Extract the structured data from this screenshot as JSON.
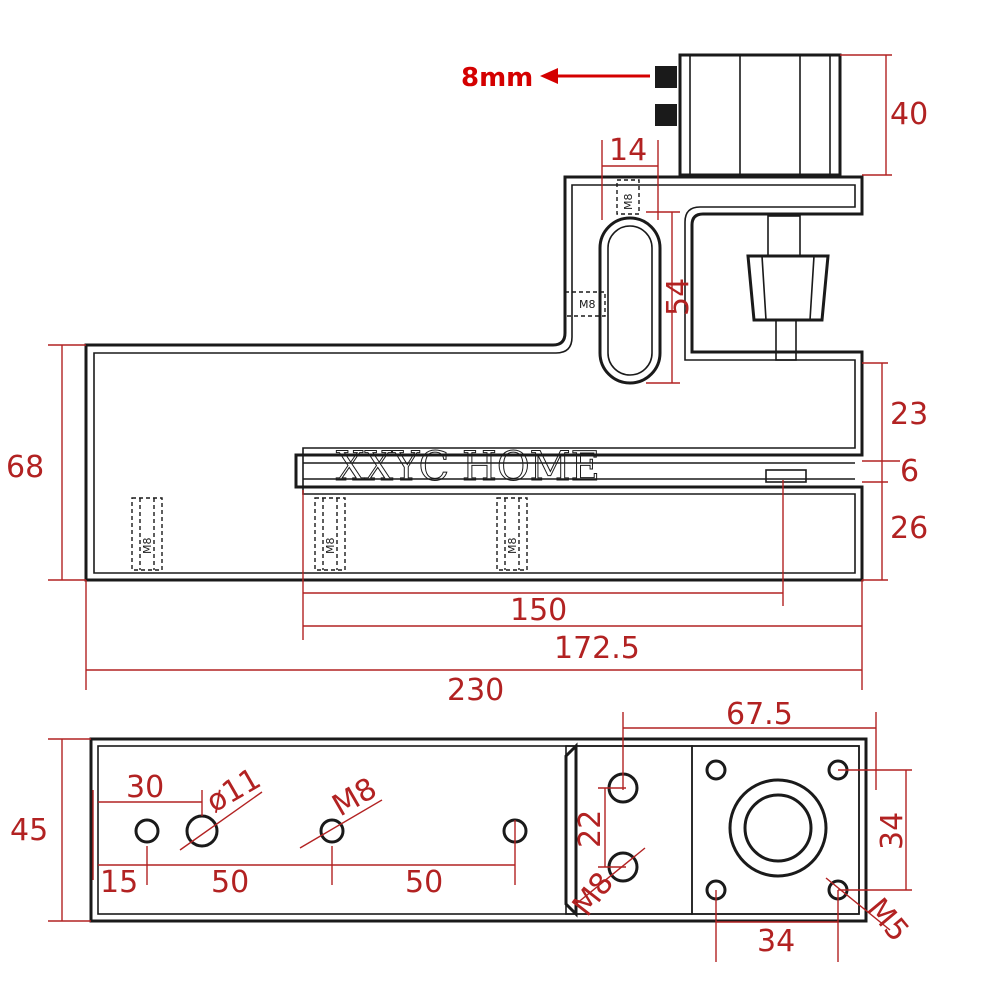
{
  "watermark": "XXYC HOME",
  "callout": {
    "label": "8mm",
    "color": "#d40000"
  },
  "thread_labels": {
    "m8": "M8"
  },
  "side_view": {
    "dims": {
      "cylinder_height": "40",
      "slot_width": "14",
      "slot_length": "54",
      "upper_gap": "23",
      "blade_thickness": "6",
      "lower_height": "26",
      "total_height": "68",
      "blade_length": "150",
      "opening_length": "172.5",
      "total_length": "230"
    }
  },
  "top_view": {
    "dims": {
      "width": "45",
      "first_offset": "30",
      "hole_diameter": "ø11",
      "hole_thread": "M8",
      "edge_offset": "15",
      "pitch_1": "50",
      "pitch_2": "50",
      "flange_length": "67.5",
      "slot_hole_spacing": "22",
      "slot_thread": "M8",
      "square_side_v": "34",
      "square_side_h": "34",
      "mount_thread": "M5"
    }
  },
  "colors": {
    "outline": "#1a1a1a",
    "dimension": "#b22222"
  }
}
